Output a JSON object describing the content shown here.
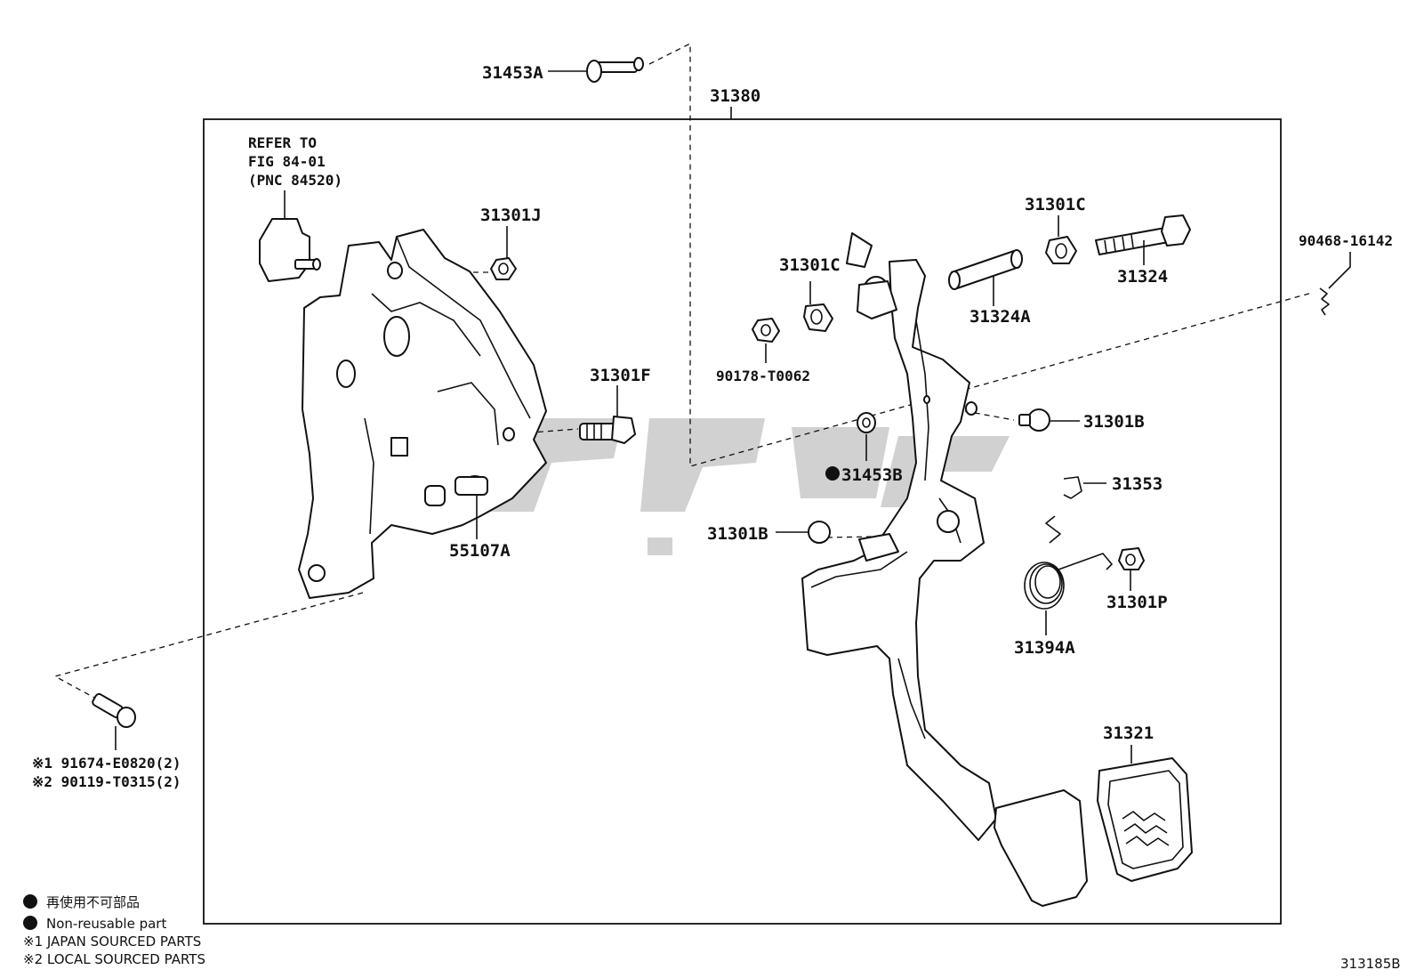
{
  "diagram": {
    "frame_label": "31380",
    "drawing_code": "313185B",
    "refer_note": [
      "REFER TO",
      "FIG 84-01",
      "(PNC 84520)"
    ],
    "parts": {
      "p31453A": "31453A",
      "p31301J": "31301J",
      "p31301F": "31301F",
      "p55107A": "55107A",
      "p31301C_a": "31301C",
      "p31301C_b": "31301C",
      "p90178": "90178-T0062",
      "p31324": "31324",
      "p31324A": "31324A",
      "p90468": "90468-16142",
      "p31301B_a": "31301B",
      "p31453B": "31453B",
      "p31353": "31353",
      "p31301B_b": "31301B",
      "p31301P": "31301P",
      "p31394A": "31394A",
      "p31321": "31321"
    },
    "bolt_notes": [
      "※1 91674-E0820(2)",
      "※2 90119-T0315(2)"
    ],
    "legend": {
      "ja": "再使用不可部品",
      "en": "Non-reusable part",
      "n1": "※1  JAPAN SOURCED PARTS",
      "n2": "※2  LOCAL SOURCED PARTS"
    },
    "watermark": "ﻝﻮﭘﺮ"
  }
}
